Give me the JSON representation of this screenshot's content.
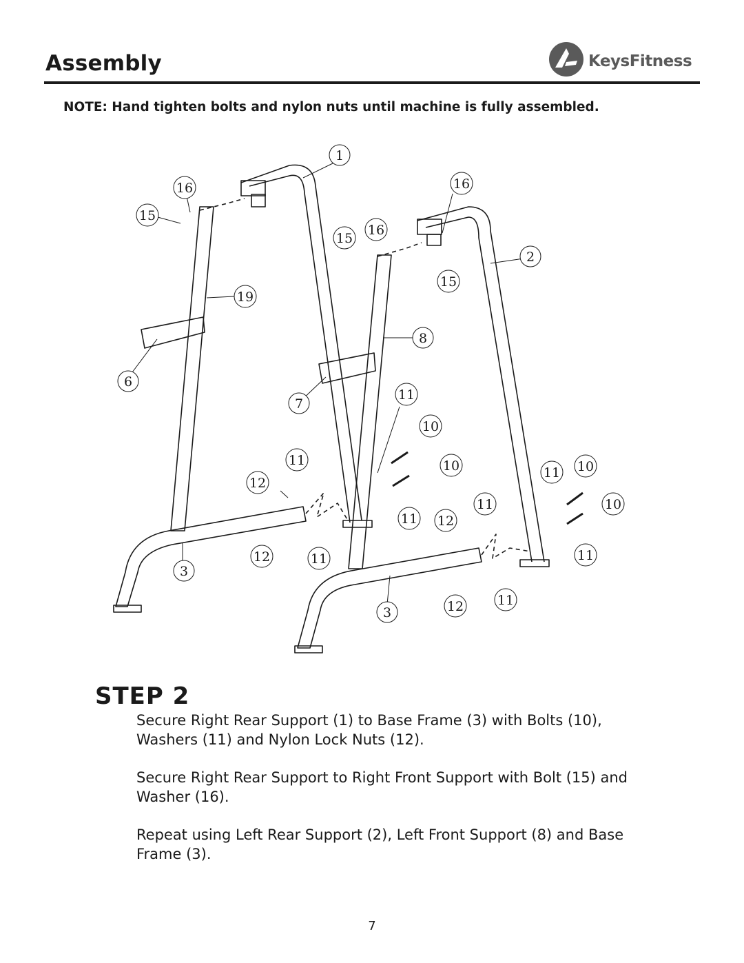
{
  "header": {
    "title": "Assembly",
    "brand": "KeysFitness"
  },
  "note": "NOTE:  Hand tighten bolts and nylon nuts until machine is fully assembled.",
  "diagram": {
    "callouts": [
      "1",
      "16",
      "16",
      "15",
      "15",
      "16",
      "2",
      "15",
      "19",
      "8",
      "6",
      "7",
      "11",
      "10",
      "11",
      "10",
      "11",
      "10",
      "12",
      "11",
      "10",
      "11",
      "12",
      "12",
      "11",
      "11",
      "3",
      "3",
      "12",
      "11"
    ]
  },
  "step": {
    "heading": "STEP 2",
    "instructions": [
      "Secure Right Rear Support (1) to Base Frame (3) with Bolts (10), Washers (11) and Nylon Lock Nuts (12).",
      "Secure Right Rear Support to  Right Front Support with Bolt (15) and Washer (16).",
      "Repeat using Left Rear Support (2), Left Front Support (8) and Base Frame (3)."
    ]
  },
  "page_number": "7"
}
